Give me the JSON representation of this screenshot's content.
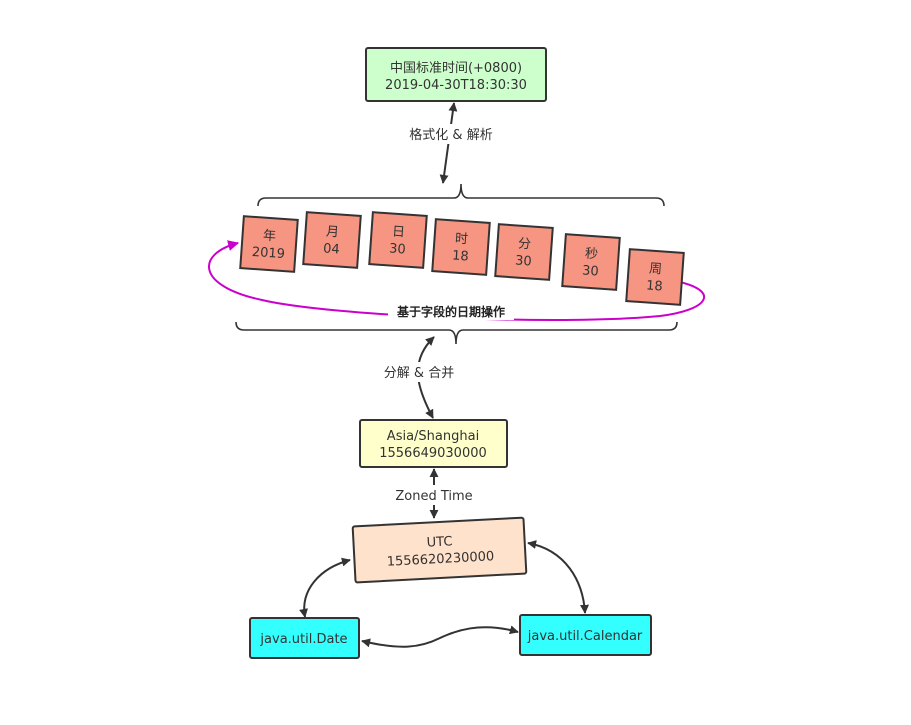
{
  "colors": {
    "stroke": "#333333",
    "standard_time": "#ccffcc",
    "field": "#f59582",
    "zone": "#ffffcc",
    "utc": "#ffe2cc",
    "java": "#33ffff",
    "loop": "#cc00cc"
  },
  "nodes": {
    "standard_time": {
      "line1": "中国标准时间(+0800)",
      "line2": "2019-04-30T18:30:30"
    },
    "fields": [
      {
        "label": "年",
        "value": "2019"
      },
      {
        "label": "月",
        "value": "04"
      },
      {
        "label": "日",
        "value": "30"
      },
      {
        "label": "时",
        "value": "18"
      },
      {
        "label": "分",
        "value": "30"
      },
      {
        "label": "秒",
        "value": "30"
      },
      {
        "label": "周",
        "value": "18"
      }
    ],
    "zone": {
      "line1": "Asia/Shanghai",
      "line2": "1556649030000"
    },
    "utc": {
      "line1": "UTC",
      "line2": "1556620230000"
    },
    "java_date": {
      "label": "java.util.Date"
    },
    "java_calendar": {
      "label": "java.util.Calendar"
    }
  },
  "edges": {
    "format_parse": "格式化 & 解析",
    "split_merge": "分解 & 合并",
    "zoned_time": "Zoned Time",
    "field_ops": "基于字段的日期操作"
  }
}
